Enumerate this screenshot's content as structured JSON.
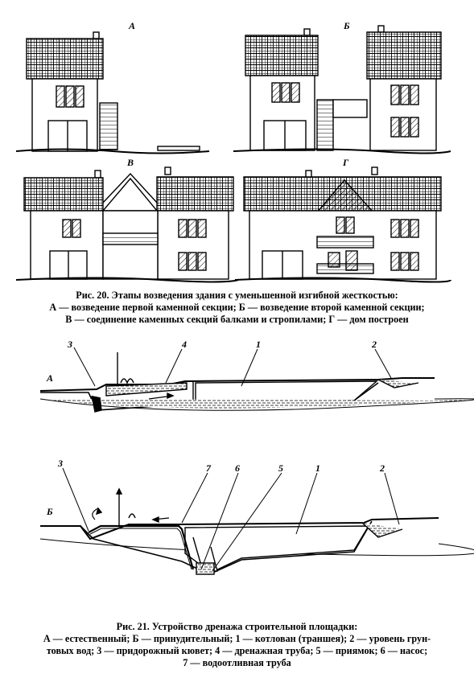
{
  "fig20": {
    "panel_labels": {
      "a": "А",
      "b": "Б",
      "v": "В",
      "g": "Г"
    },
    "caption": {
      "line1": "Рис. 20. Этапы возведения здания с уменьшенной изгибной жесткостью:",
      "line2": "А — возведение первой каменной секции; Б — возведение второй каменной секции;",
      "line3": "В — соединение каменных секций балками и стропилами; Г — дом построен"
    }
  },
  "fig21": {
    "panel_labels": {
      "a": "А",
      "b": "Б"
    },
    "numbers_a": {
      "n1": "1",
      "n2": "2",
      "n3": "3",
      "n4": "4"
    },
    "numbers_b": {
      "n1": "1",
      "n2": "2",
      "n3": "3",
      "n5": "5",
      "n6": "6",
      "n7": "7"
    },
    "caption": {
      "line1": "Рис. 21. Устройство дренажа строительной площадки:",
      "line2": "А — естественный; Б — принудительный; 1 — котлован (траншея); 2 — уровень грун-",
      "line3": "товых вод; 3 — придорожный кювет; 4 — дренажная труба; 5 — приямок; 6 — насос;",
      "line4": "7 — водоотливная труба"
    }
  }
}
